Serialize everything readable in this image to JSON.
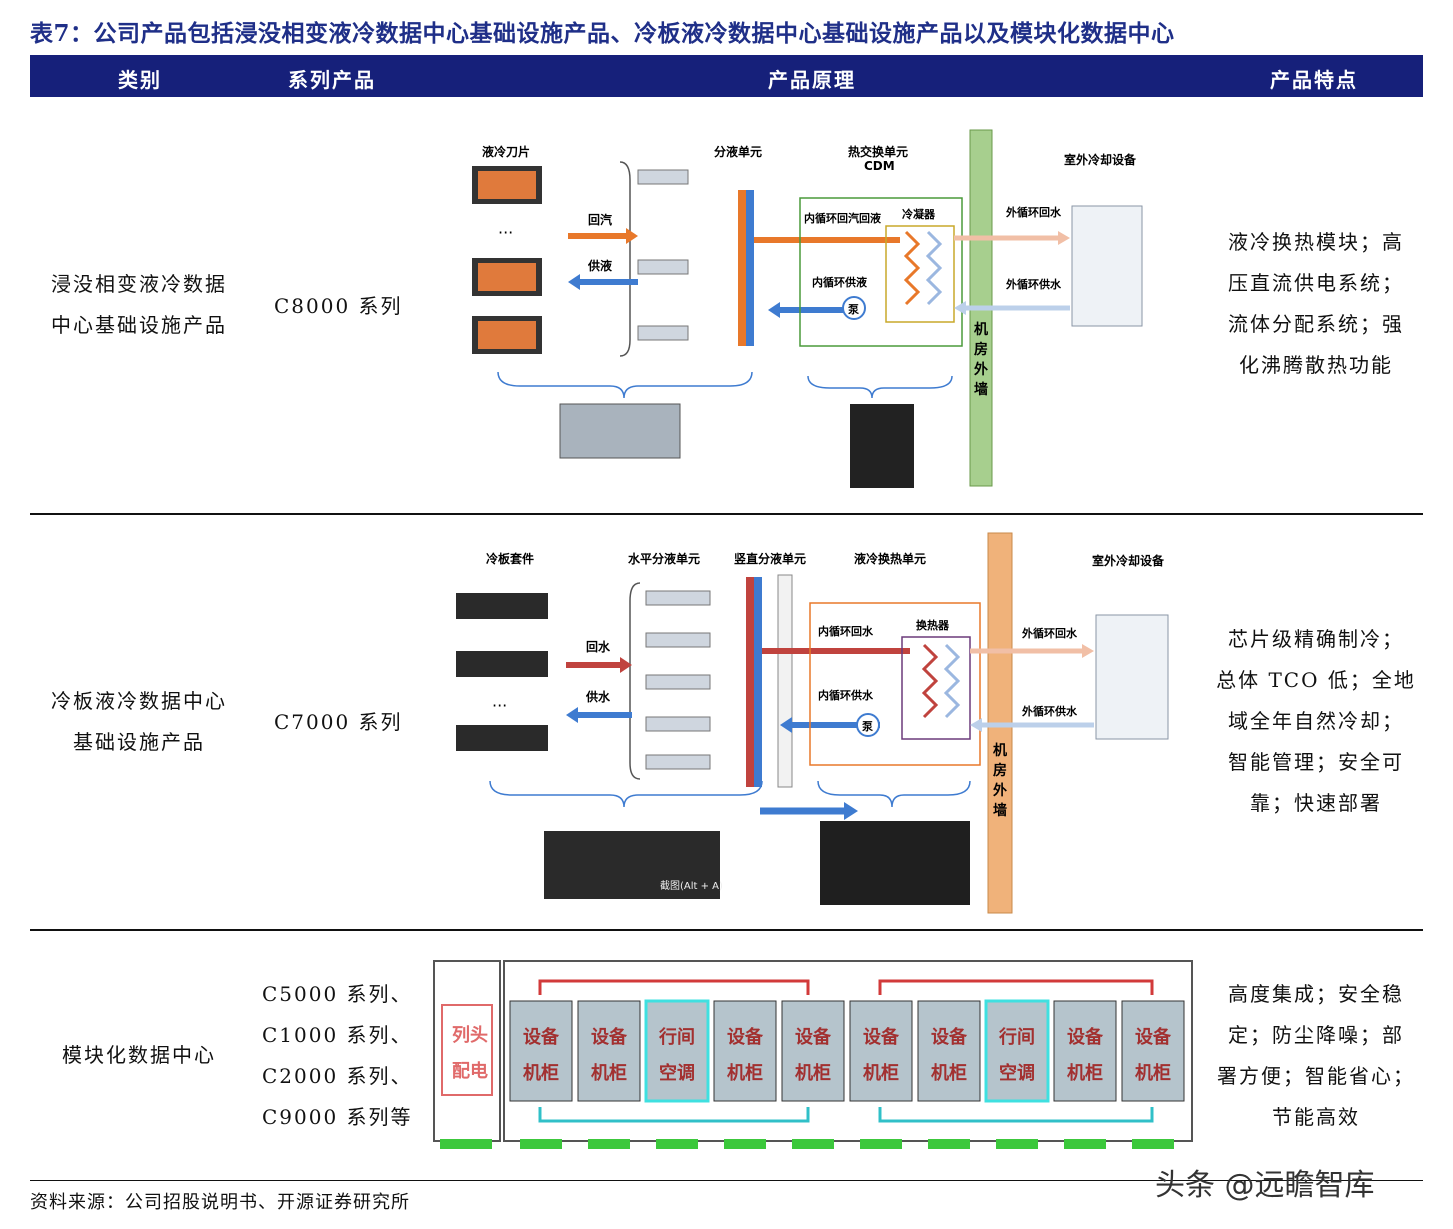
{
  "title": "表7：公司产品包括浸没相变液冷数据中心基础设施产品、冷板液冷数据中心基础设施产品以及模块化数据中心",
  "headers": [
    "类别",
    "系列产品",
    "产品原理",
    "产品特点"
  ],
  "rows": [
    {
      "category": [
        "浸没相变液冷数据",
        "中心基础设施产品"
      ],
      "series": [
        "C8000 系列"
      ],
      "features": [
        "液冷换热模块；高",
        "压直流供电系统；",
        "流体分配系统；强",
        "化沸腾散热功能"
      ],
      "diagram": {
        "blade": "液冷刀片",
        "dots": "···",
        "distributor": "分液单元",
        "cdm": [
          "热交换单元",
          "CDM"
        ],
        "outdoor": "室外冷却设备",
        "return": "回汽",
        "supply": "供液",
        "inner_return": "内循环回汽回液",
        "condenser": "冷凝器",
        "inner_supply": "内循环供液",
        "pump": "泵",
        "outer_return": "外循环回水",
        "outer_supply": "外循环供水",
        "wall": [
          "机",
          "房",
          "外",
          "墙"
        ]
      }
    },
    {
      "category": [
        "冷板液冷数据中心",
        "基础设施产品"
      ],
      "series": [
        "C7000 系列"
      ],
      "features": [
        "芯片级精确制冷；",
        "总体 TCO 低；全地",
        "域全年自然冷却；",
        "智能管理；安全可",
        "靠；快速部署"
      ],
      "diagram": {
        "kit": "冷板套件",
        "h_dist": "水平分液单元",
        "v_dist": "竖直分液单元",
        "hx_unit": "液冷换热单元",
        "outdoor": "室外冷却设备",
        "dots": "···",
        "return": "回水",
        "supply": "供水",
        "inner_return": "内循环回水",
        "exchanger": "换热器",
        "inner_supply": "内循环供水",
        "pump": "泵",
        "outer_return": "外循环回水",
        "outer_supply": "外循环供水",
        "wall": [
          "机",
          "房",
          "外",
          "墙"
        ],
        "screenshot_hint": "截图(Alt + A)"
      }
    },
    {
      "category": [
        "模块化数据中心"
      ],
      "series": [
        "C5000 系列、",
        "C1000 系列、",
        "C2000 系列、",
        "C9000 系列等"
      ],
      "features": [
        "高度集成；安全稳",
        "定；防尘降噪；部",
        "署方便；智能省心；",
        "节能高效"
      ],
      "diagram": {
        "pdu": [
          "列头",
          "配电"
        ],
        "cabinets": [
          [
            "设备",
            "机柜"
          ],
          [
            "设备",
            "机柜"
          ],
          [
            "行间",
            "空调"
          ],
          [
            "设备",
            "机柜"
          ],
          [
            "设备",
            "机柜"
          ],
          [
            "设备",
            "机柜"
          ],
          [
            "设备",
            "机柜"
          ],
          [
            "行间",
            "空调"
          ],
          [
            "设备",
            "机柜"
          ],
          [
            "设备",
            "机柜"
          ]
        ]
      }
    }
  ],
  "source": "资料来源：公司招股说明书、开源证券研究所",
  "watermark": "头条 @远瞻智库"
}
